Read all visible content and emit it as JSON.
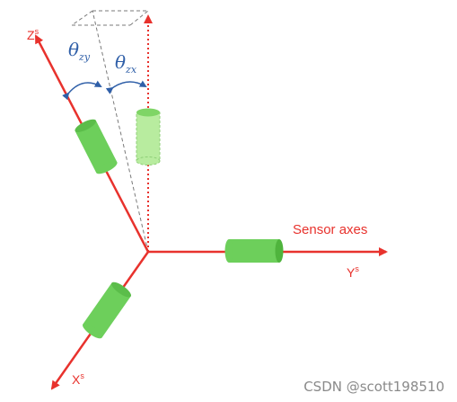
{
  "axes": {
    "z": {
      "label": "Z",
      "superscript": "s"
    },
    "y": {
      "label": "Y",
      "superscript": "s"
    },
    "x": {
      "label": "X",
      "superscript": "s"
    },
    "caption": "Sensor axes"
  },
  "angles": {
    "zy": {
      "symbol": "θ",
      "subscript": "zy"
    },
    "zx": {
      "symbol": "θ",
      "subscript": "zx"
    }
  },
  "colors": {
    "axis": "#e8322d",
    "angle": "#2f5fa8",
    "sensor": "#6dcf5b",
    "sensor_light": "#b8ec9f",
    "dashed": "#7a7a7a"
  },
  "watermark": "CSDN @scott198510"
}
